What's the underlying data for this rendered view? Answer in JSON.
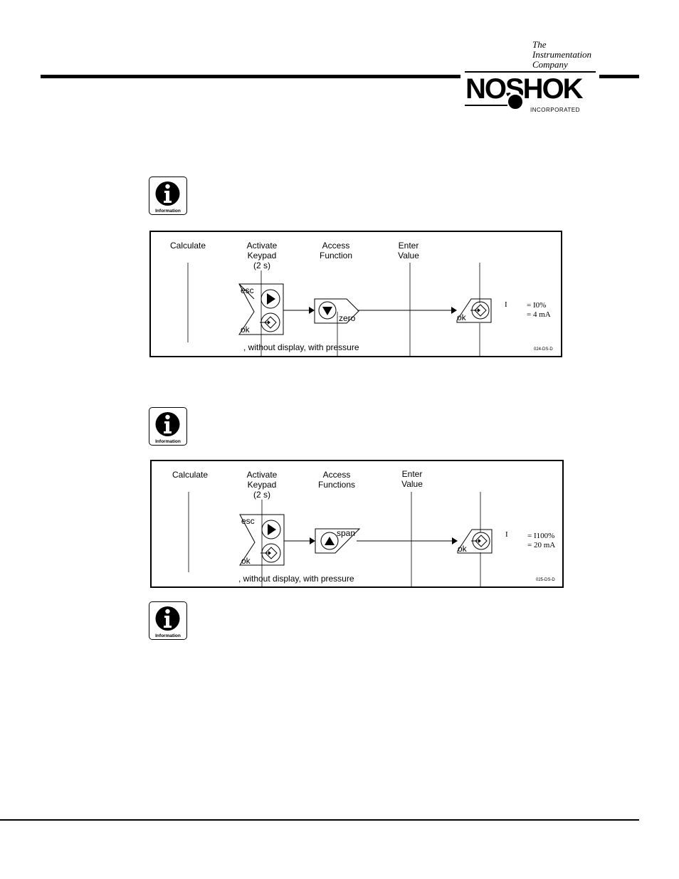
{
  "header": {
    "tagline": [
      "The",
      "Instrumentation",
      "Company"
    ],
    "logo_text": "NOSHOK",
    "logo_sub": "INCORPORATED"
  },
  "info_label": "Information",
  "diagram1": {
    "columns": {
      "calculate": "Calculate",
      "activate": [
        "Activate",
        "Keypad",
        "(2 s)"
      ],
      "access": [
        "Access",
        "Function"
      ],
      "enter": [
        "Enter",
        "Value"
      ]
    },
    "keys": {
      "esc": "esc",
      "ok": "ok",
      "func": "zero",
      "ok2": "ok"
    },
    "caption": ", without display, with pressure",
    "result_i": "I",
    "result_lines": [
      "= I0%",
      "= 4 mA"
    ],
    "code": "024-DS-D"
  },
  "diagram2": {
    "columns": {
      "calculate": "Calculate",
      "activate": [
        "Activate",
        "Keypad",
        "(2 s)"
      ],
      "access": [
        "Access",
        "Functions"
      ],
      "enter": [
        "Enter",
        "Value"
      ]
    },
    "keys": {
      "esc": "esc",
      "ok": "ok",
      "func": "span",
      "ok2": "ok"
    },
    "caption": ", without display, with pressure",
    "result_i": "I",
    "result_lines": [
      "= I100%",
      "= 20 mA"
    ],
    "code": "025-DS-D"
  }
}
